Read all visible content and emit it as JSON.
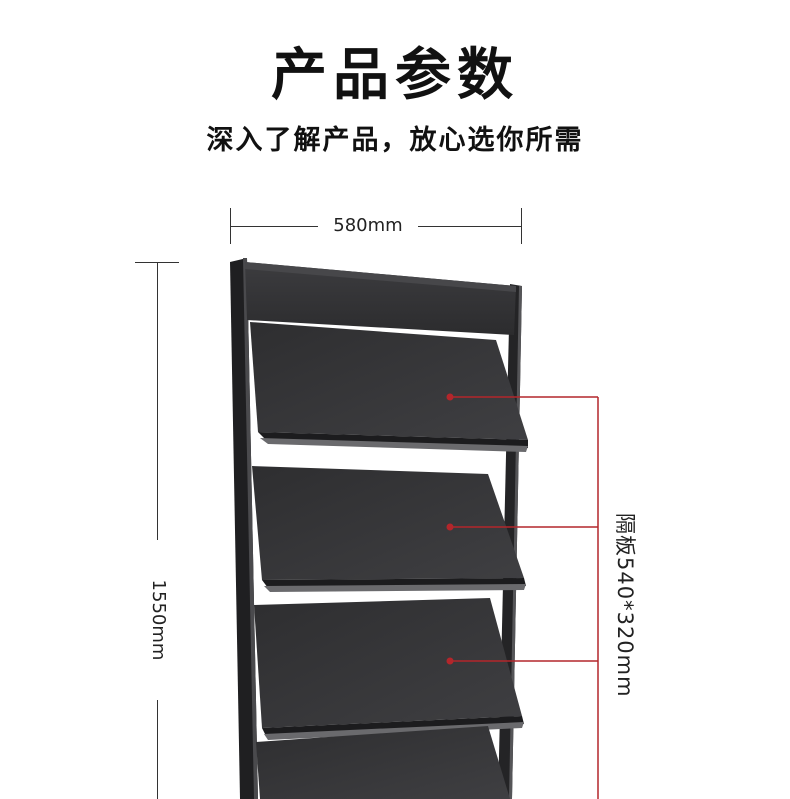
{
  "header": {
    "title": "产品参数",
    "subtitle": "深入了解产品，放心选你所需"
  },
  "dimensions": {
    "width_label": "580mm",
    "height_label": "1550mm",
    "shelf_label": "隔板540*320mm"
  },
  "colors": {
    "frame": "#2b2b2d",
    "shelf": "#3a3a3c",
    "callout": "#b3262b"
  }
}
